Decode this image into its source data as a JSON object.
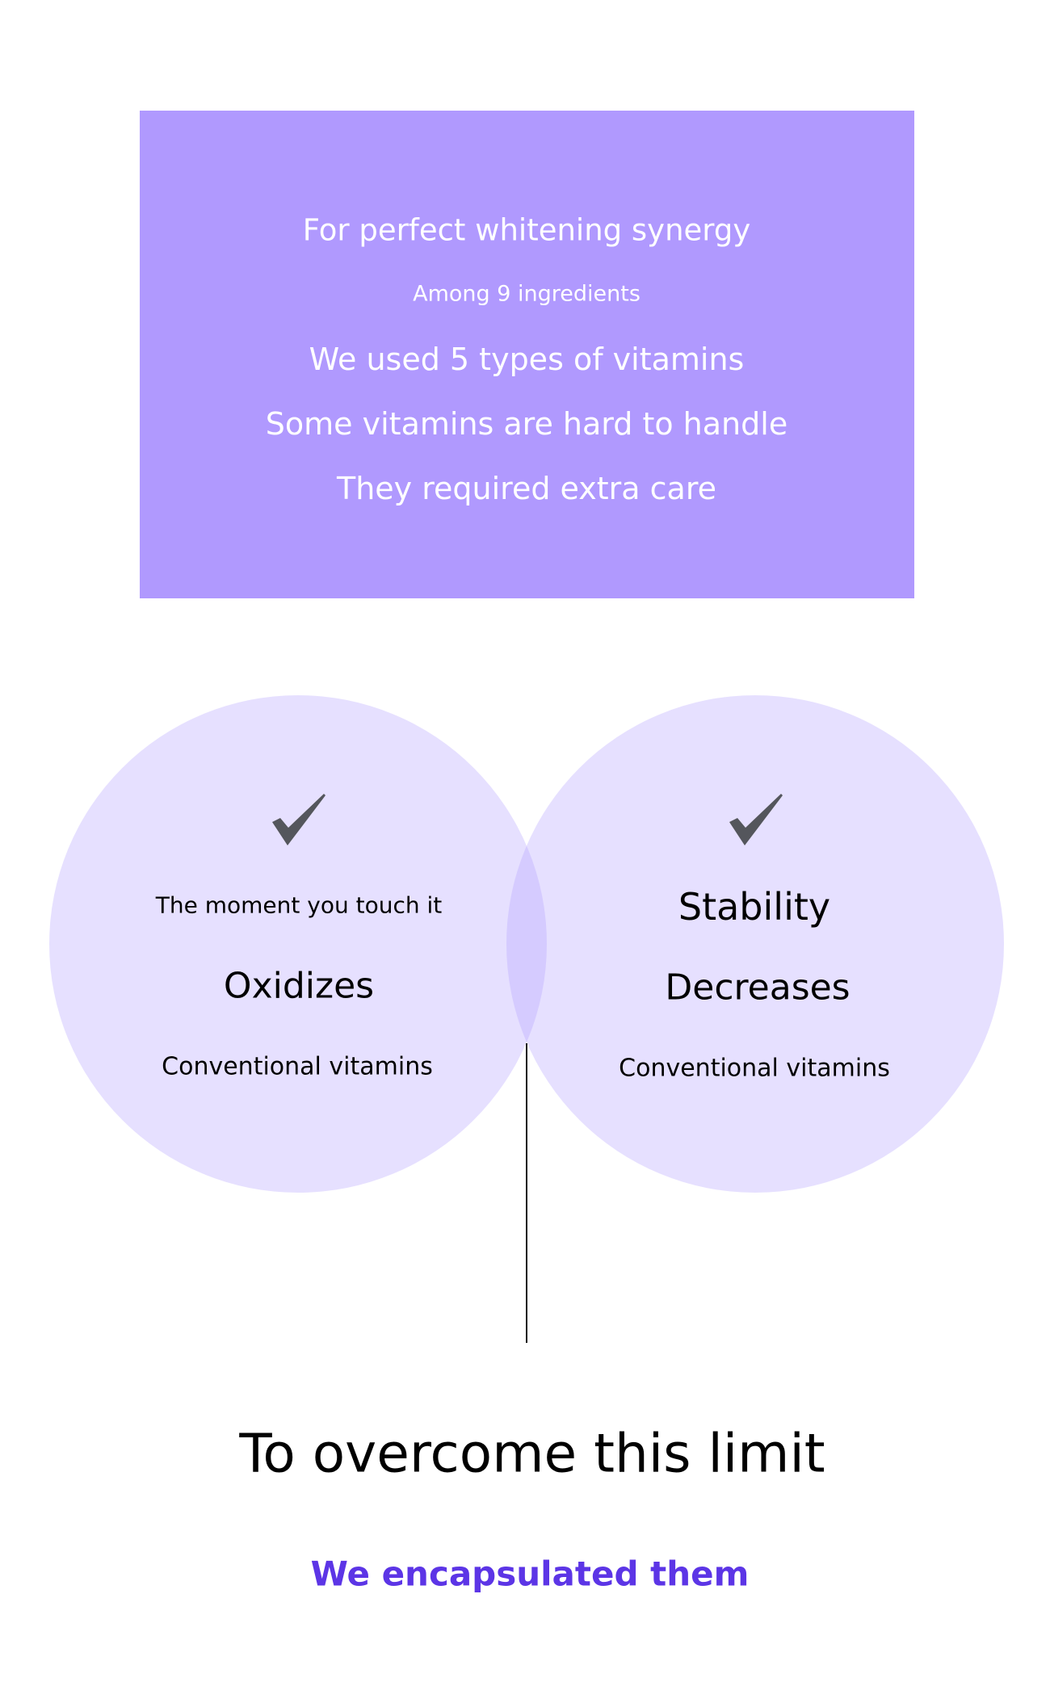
{
  "intro": {
    "line1": "For perfect whitening synergy",
    "line2": "Among 9 ingredients",
    "line3": "We used 5 types of vitamins",
    "line4": "Some vitamins are hard to handle",
    "line5": "They required extra care"
  },
  "left_circle": {
    "icon": "checkmark-icon",
    "subtitle": "The moment you touch it",
    "title": "Oxidizes",
    "caption": "Conventional vitamins"
  },
  "right_circle": {
    "icon": "checkmark-icon",
    "subtitle": "Stability",
    "title": "Decreases",
    "caption": "Conventional vitamins"
  },
  "conclusion": {
    "heading": "To overcome this limit",
    "highlight": "We encapsulated them"
  },
  "colors": {
    "box": "#b099fe",
    "circle": "#e6e0ff",
    "accent": "#5c35e6",
    "check": "#54565c"
  }
}
